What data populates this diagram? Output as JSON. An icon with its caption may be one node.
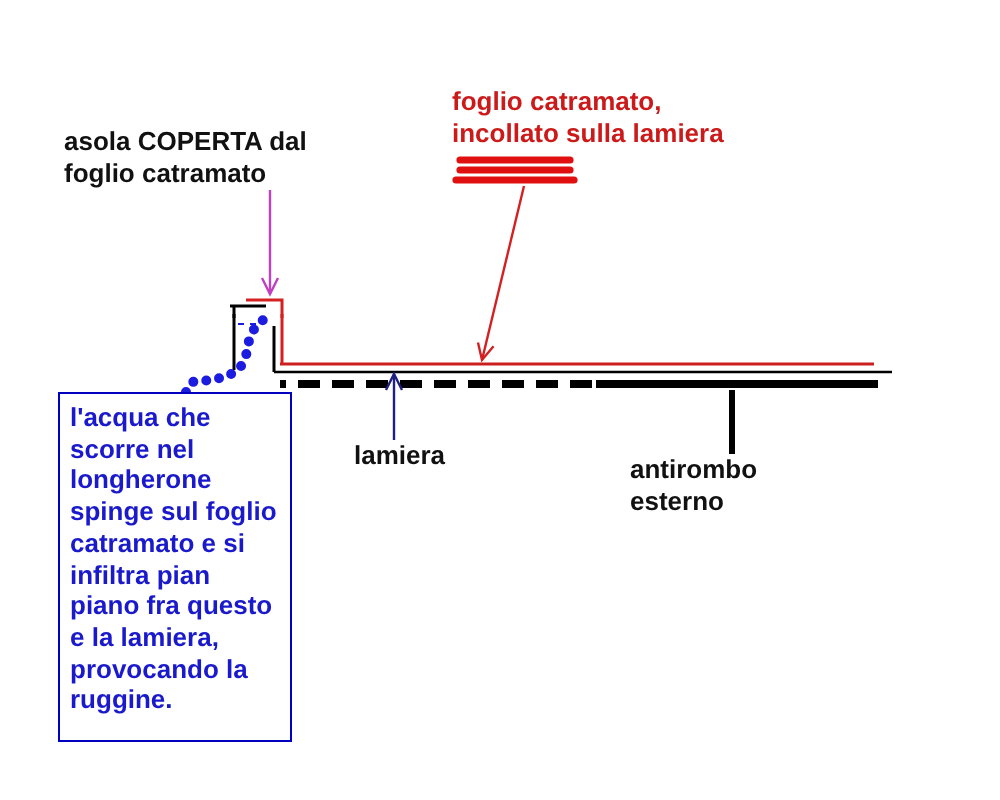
{
  "diagram": {
    "nodes": [
      {
        "text": [
          "foglio catramato, incollato sulla lamiera"
        ]
      },
      {
        "text": [
          "asola COPERTA dal foglio catramato"
        ]
      },
      {
        "text": [],
        "shape": "picture"
      },
      {
        "text": [],
        "shape": "line"
      },
      {
        "text": [],
        "shape": "line"
      },
      {
        "text": [],
        "shape": "line"
      },
      {
        "text": [
          "l'acqua che scorre nel longherone spinge sul foglio catramato e si infiltra pian piano fra questo e la lamiera, provocando la ruggine."
        ]
      },
      {
        "text": [
          "lamiera"
        ]
      },
      {
        "text": [
          "antirombo esterno"
        ]
      }
    ],
    "edges": [
      {
        "from": 0,
        "to": 3,
        "arrow": "to",
        "color": "#d42020"
      },
      {
        "from": 1,
        "to": 2,
        "arrow": "to",
        "color": "#c040c0"
      },
      {
        "from": 6,
        "to": 2,
        "arrow": "none",
        "style": "dashed",
        "color": "#1c1ce0"
      },
      {
        "from": 7,
        "to": 4,
        "arrow": "to",
        "color": "#202080"
      },
      {
        "from": 8,
        "to": 5,
        "arrow": "none",
        "style": "thick",
        "color": "#000000"
      }
    ]
  }
}
